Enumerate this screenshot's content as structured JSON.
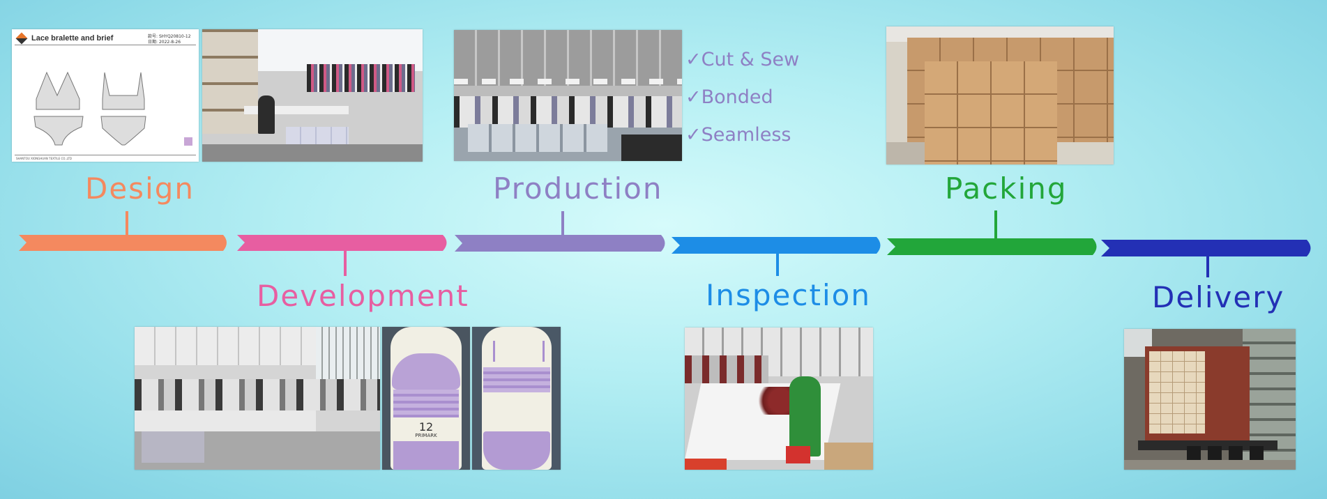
{
  "stages": [
    {
      "name": "Design",
      "color": "#f4895f"
    },
    {
      "name": "Development",
      "color": "#e75ea1"
    },
    {
      "name": "Production",
      "color": "#8e80c4"
    },
    {
      "name": "Inspection",
      "color": "#1d8de6"
    },
    {
      "name": "Packing",
      "color": "#22a63a"
    },
    {
      "name": "Delivery",
      "color": "#2330b5"
    }
  ],
  "design_sheet": {
    "title": "Lace bralette and brief",
    "code_label": "款号:",
    "code_value": "SHYQ20810-12",
    "date_label": "日期:",
    "date_value": "2022-8-26",
    "footer": "SHANTOU XIONGHUAN TEXTILE CO.,LTD"
  },
  "production_methods": [
    "✓Cut & Sew",
    "✓Bonded",
    "✓Seamless"
  ],
  "mannequin_tag": {
    "size": "12",
    "brand": "PRIMARK"
  }
}
